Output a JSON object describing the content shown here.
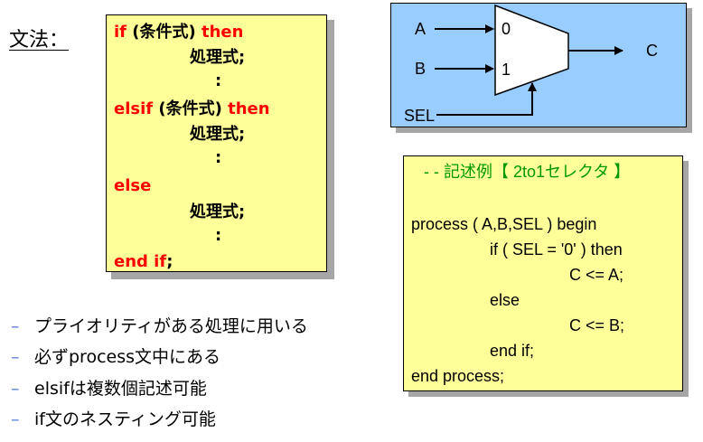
{
  "grammar_label": "文法：",
  "syntax": {
    "if_kw": "if",
    "if_cond": " (条件式) ",
    "then1": "then",
    "stmt1": "処理式;",
    "dots1": ":",
    "elsif_kw": "elsif",
    "elsif_cond": " (条件式) ",
    "then2": "then",
    "stmt2": "処理式;",
    "dots2": ":",
    "else_kw": "else",
    "stmt3": "処理式;",
    "dots3": ":",
    "endif_kw": "end if",
    "endif_semi": ";"
  },
  "mux": {
    "input_a": "A",
    "input_b": "B",
    "select": "SEL",
    "output": "C",
    "port0": "0",
    "port1": "1"
  },
  "code": {
    "comment": "- - 記述例【 2to1セレクタ 】",
    "lines": [
      "process ( A,B,SEL ) begin",
      "if ( SEL = '0' ) then",
      "C <= A;",
      "else",
      "C <= B;",
      "end if;",
      "end process;"
    ]
  },
  "bullets": [
    "プライオリティがある処理に用いる",
    "必ずprocess文中にある",
    "elsifは複数個記述可能",
    "if文のネスティング可能"
  ],
  "colors": {
    "keyword": "#ff0000",
    "comment": "#009900",
    "yellow_box": "#ffff99",
    "blue_box": "#99ccff",
    "bullet_dash": "#5a7fd8"
  }
}
